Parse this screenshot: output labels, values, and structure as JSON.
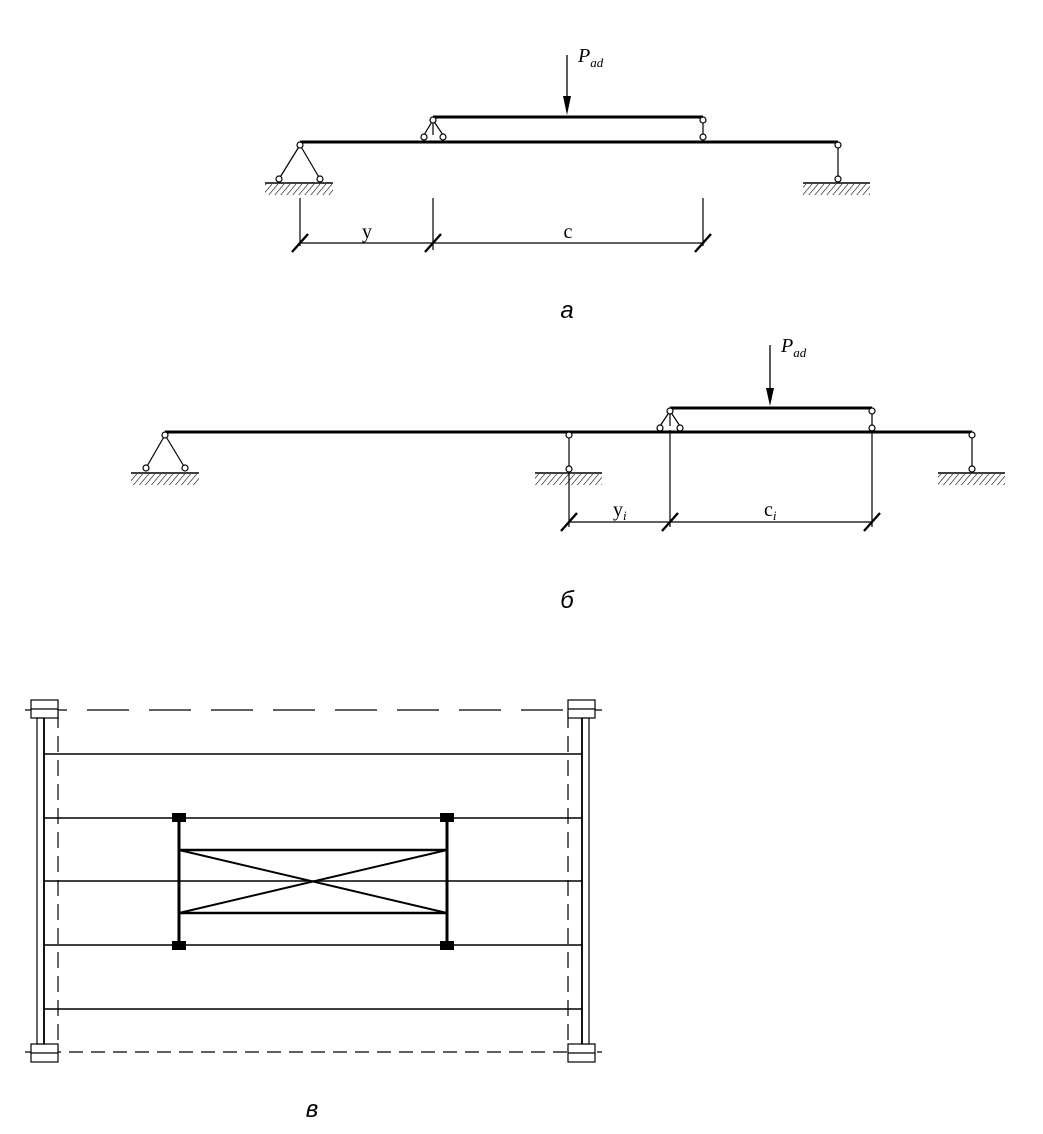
{
  "diagram_a": {
    "caption": "а",
    "load_label": "P",
    "load_subscript": "ad",
    "dim_left": "y",
    "dim_right": "c"
  },
  "diagram_b": {
    "caption": "б",
    "load_label": "P",
    "load_subscript": "ad",
    "dim_left": "y",
    "dim_left_subscript": "i",
    "dim_right": "c",
    "dim_right_subscript": "i"
  },
  "diagram_v": {
    "caption": "в"
  }
}
